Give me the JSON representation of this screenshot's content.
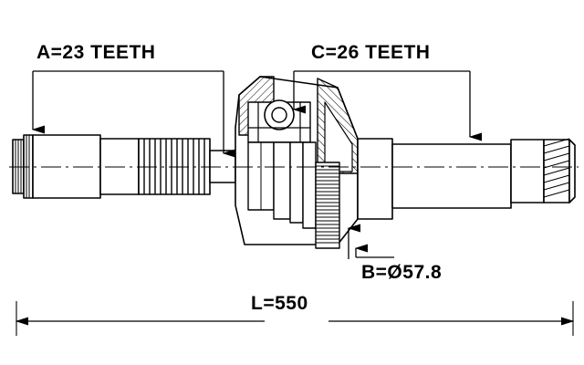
{
  "diagram": {
    "type": "technical-drawing",
    "subject": "cv-joint-drive-shaft",
    "labels": {
      "a_teeth": "A=23 TEETH",
      "c_teeth": "C=26 TEETH",
      "b_diameter": "B=Ø57.8",
      "length": "L=550"
    },
    "measurements": [
      {
        "key": "A",
        "value": "23",
        "unit": "TEETH",
        "text": "A=23 TEETH"
      },
      {
        "key": "C",
        "value": "26",
        "unit": "TEETH",
        "text": "C=26 TEETH"
      },
      {
        "key": "B",
        "value": "57.8",
        "unit": "mm-diameter",
        "text": "B=Ø57.8"
      },
      {
        "key": "L",
        "value": "550",
        "unit": "mm",
        "text": "L=550"
      }
    ],
    "colors": {
      "line": "#000000",
      "background": "#ffffff",
      "hatch": "#000000"
    }
  }
}
